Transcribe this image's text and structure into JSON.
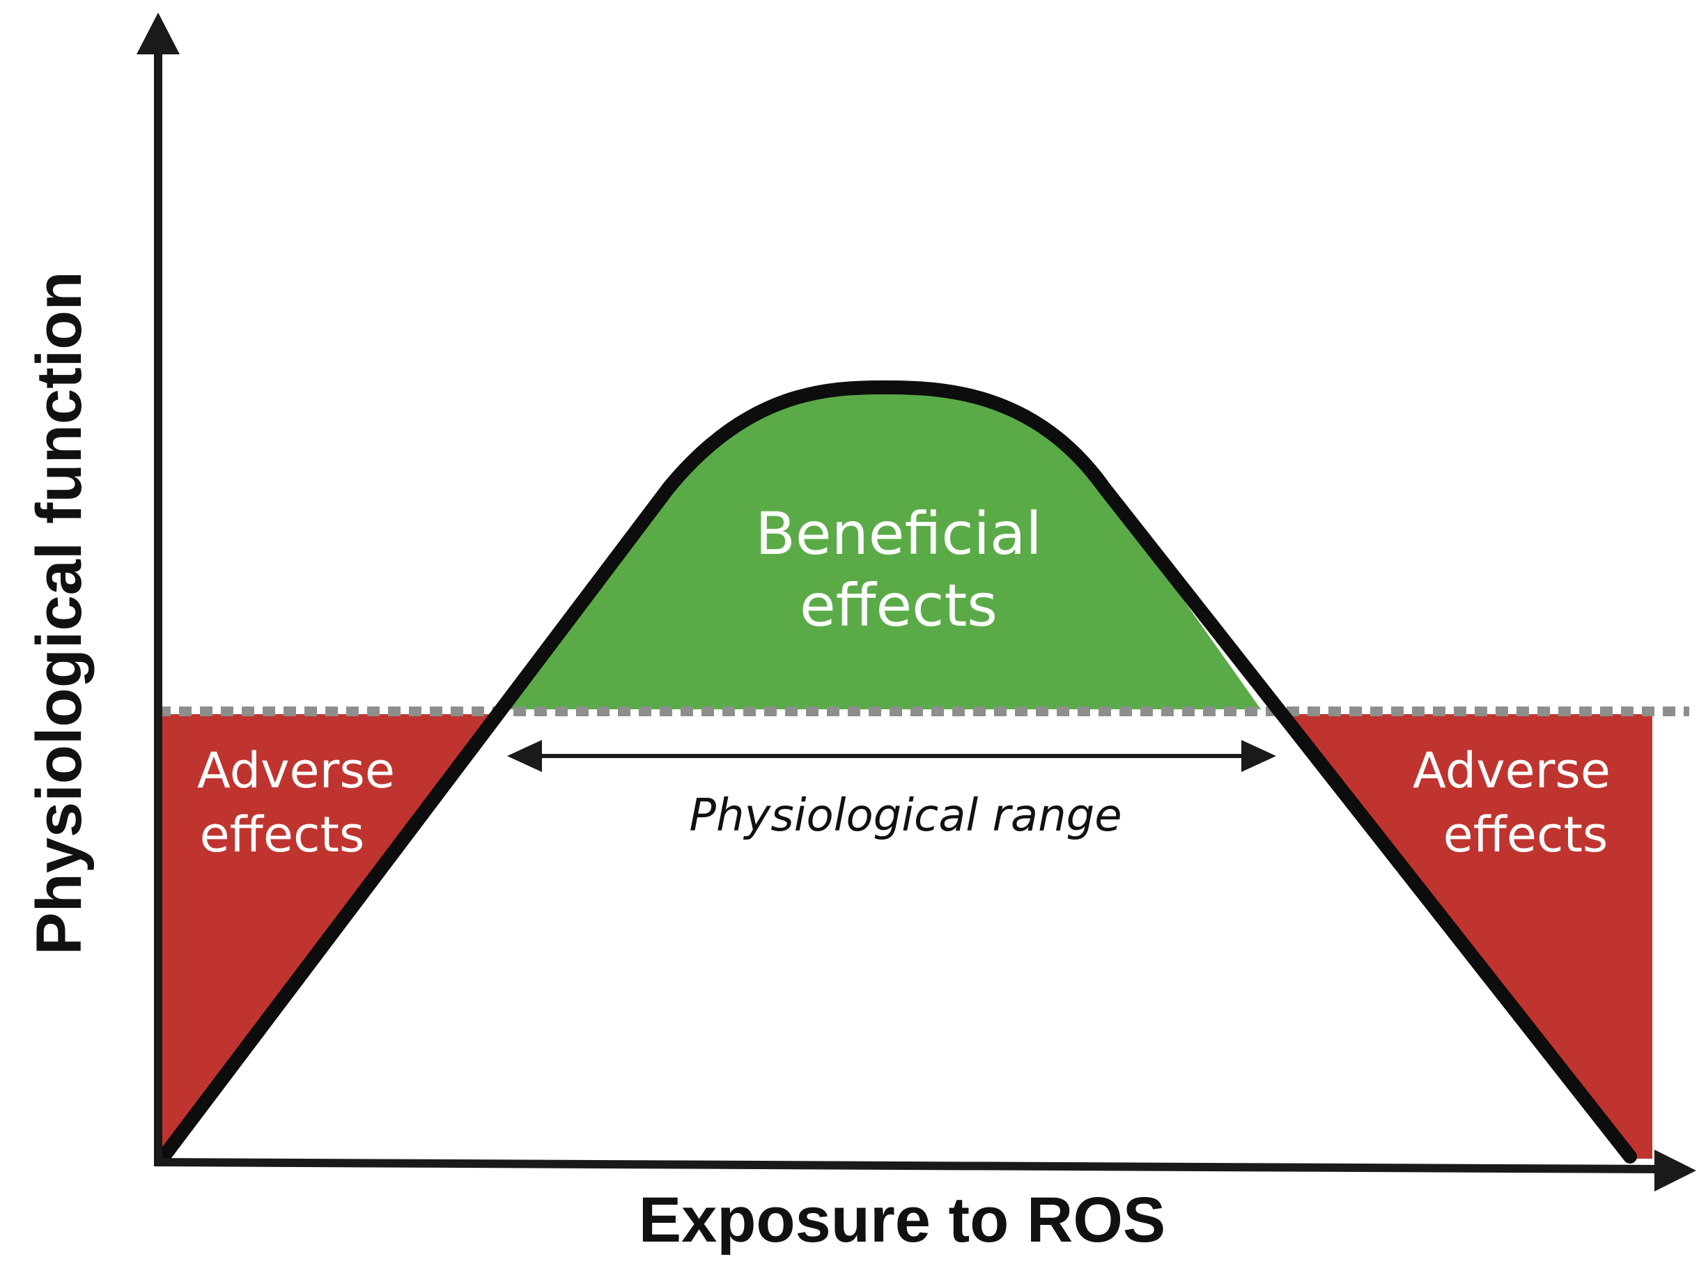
{
  "y_axis_label": "Physiological function",
  "x_axis_label": "Exposure to ROS",
  "beneficial": {
    "line1": "Beneficial",
    "line2": "effects"
  },
  "adverse_left": {
    "line1": "Adverse",
    "line2": "effects"
  },
  "adverse_right": {
    "line1": "Adverse",
    "line2": "effects"
  },
  "range_label": "Physiological range",
  "colors": {
    "beneficial": "#5aab47",
    "adverse": "#c0342f",
    "curve": "#0d0d0d",
    "threshold": "#8c8f8c",
    "axis": "#1a1a1a"
  }
}
